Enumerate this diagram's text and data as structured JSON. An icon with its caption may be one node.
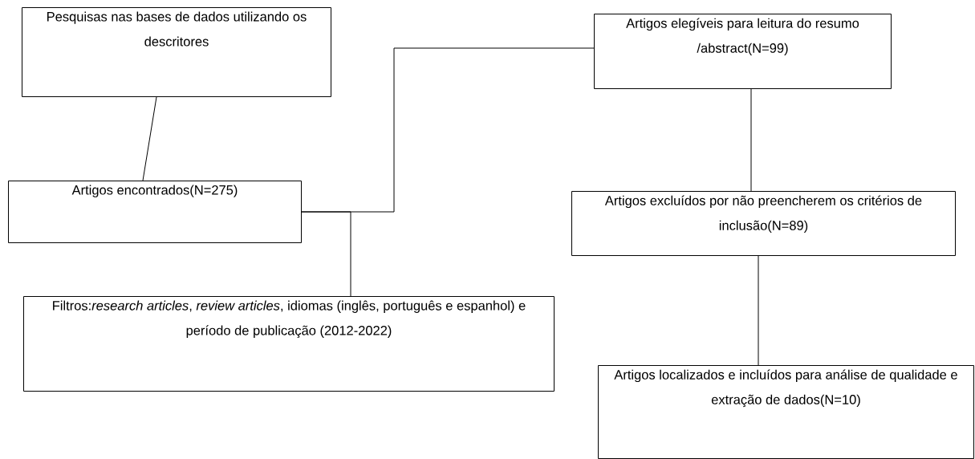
{
  "diagram": {
    "nodes": [
      {
        "text": [
          "Pesquisas nas bases de dados utilizando os descritores"
        ]
      },
      {
        "text": [
          "Artigos encontrados(N=275)"
        ]
      },
      {
        "text": [
          "Filtros:*research articles*, *review articles*, idiomas (inglês, português e espanhol) e período de publicação (2012-2022)"
        ]
      },
      {
        "text": [
          "Artigos elegíveis para leitura do resumo /abstract(N=99)"
        ]
      },
      {
        "text": [
          "Artigos excluídos por não preencherem os critérios de inclusão(N=89)"
        ]
      },
      {
        "text": [
          "Artigos localizados e incluídos para análise de qualidade e extração de dados(N=10)"
        ]
      }
    ],
    "edges": [
      {
        "from": 0,
        "to": 1,
        "arrow": "none"
      },
      {
        "from": 1,
        "to": 3,
        "arrow": "none"
      },
      {
        "from": 1,
        "to": 2,
        "arrow": "none"
      },
      {
        "from": 3,
        "to": 4,
        "arrow": "none"
      },
      {
        "from": 4,
        "to": 5,
        "arrow": "none"
      }
    ]
  }
}
